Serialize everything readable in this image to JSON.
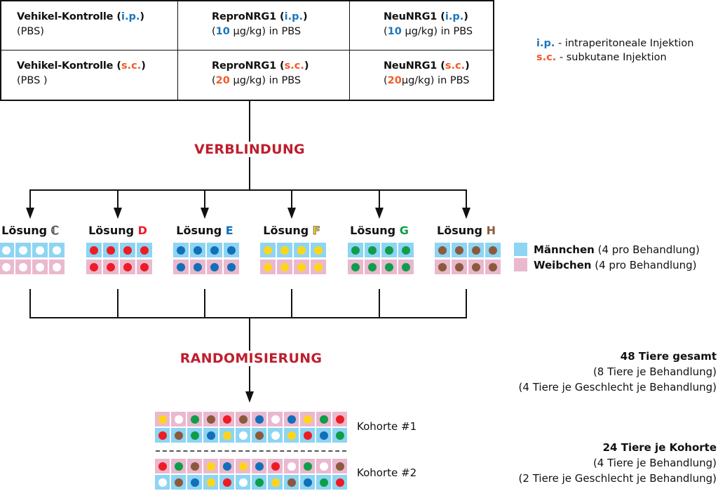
{
  "colors": {
    "ip": "#1b75bc",
    "sc": "#f15a29",
    "heading": "#be1e2d",
    "male": "#8dd5f3",
    "female": "#eab8cf",
    "solution_colors": {
      "C": "#ffffff",
      "D": "#ed1c24",
      "E": "#1270b8",
      "F": "#ffd51a",
      "G": "#0f9d4a",
      "H": "#8b5a3c"
    }
  },
  "table": {
    "rows": [
      [
        {
          "title": "Vehikel-Kontrolle",
          "route": "i.p.",
          "route_type": "ip",
          "dose_prefix": "(PBS)",
          "dose": "",
          "dose_suffix": ""
        },
        {
          "title": "ReproNRG1",
          "route": "i.p.",
          "route_type": "ip",
          "dose_prefix": "(",
          "dose": "10",
          "dose_suffix": " µg/kg) in PBS"
        },
        {
          "title": "NeuNRG1",
          "route": "i.p.",
          "route_type": "ip",
          "dose_prefix": "(",
          "dose": "10",
          "dose_suffix": " µg/kg) in PBS"
        }
      ],
      [
        {
          "title": "Vehikel-Kontrolle",
          "route": "s.c.",
          "route_type": "sc",
          "dose_prefix": "(PBS )",
          "dose": "",
          "dose_suffix": ""
        },
        {
          "title": "ReproNRG1",
          "route": "s.c.",
          "route_type": "sc",
          "dose_prefix": "(",
          "dose": "20",
          "dose_suffix": " µg/kg) in PBS"
        },
        {
          "title": "NeuNRG1",
          "route": "s.c.",
          "route_type": "sc",
          "dose_prefix": "(",
          "dose": "20",
          "dose_suffix": "µg/kg) in PBS"
        }
      ]
    ]
  },
  "route_legend": [
    {
      "abbr": "i.p.",
      "type": "ip",
      "text": " - intraperitoneale Injektion"
    },
    {
      "abbr": "s.c.",
      "type": "sc",
      "text": " - subkutane Injektion"
    }
  ],
  "steps": {
    "blinding": "VERBLINDUNG",
    "randomization": "RANDOMISIERUNG"
  },
  "solutions": [
    {
      "prefix": "Lösung ",
      "letter": "ℂ",
      "key": "C"
    },
    {
      "prefix": "Lösung ",
      "letter": "D",
      "key": "D"
    },
    {
      "prefix": "Lösung ",
      "letter": "E",
      "key": "E"
    },
    {
      "prefix": "Lösung ",
      "letter": "F",
      "key": "F"
    },
    {
      "prefix": "Lösung ",
      "letter": "G",
      "key": "G"
    },
    {
      "prefix": "Lösung ",
      "letter": "H",
      "key": "H"
    }
  ],
  "per_sex_per_solution": 4,
  "sex_legend": [
    {
      "sex": "male",
      "label": "Männchen",
      "note": " (4 pro Behandlung)"
    },
    {
      "sex": "female",
      "label": "Weibchen",
      "note": " (4 pro Behandlung)"
    }
  ],
  "cohorts": [
    {
      "label": "Kohorte #1",
      "rows": [
        {
          "sex": "female",
          "cells": [
            "F",
            "C",
            "G",
            "H",
            "D",
            "H",
            "E",
            "C",
            "E",
            "F",
            "G",
            "D"
          ]
        },
        {
          "sex": "male",
          "cells": [
            "D",
            "H",
            "G",
            "E",
            "F",
            "C",
            "H",
            "C",
            "F",
            "D",
            "E",
            "G"
          ]
        }
      ]
    },
    {
      "label": "Kohorte #2",
      "rows": [
        {
          "sex": "female",
          "cells": [
            "D",
            "G",
            "H",
            "F",
            "E",
            "F",
            "E",
            "D",
            "C",
            "G",
            "C",
            "H"
          ]
        },
        {
          "sex": "male",
          "cells": [
            "C",
            "H",
            "E",
            "F",
            "D",
            "C",
            "G",
            "F",
            "H",
            "E",
            "G",
            "D"
          ]
        }
      ]
    }
  ],
  "summary_total": {
    "headline": "48 Tiere gesamt",
    "lines": [
      "(8 Tiere je Behandlung)",
      "(4 Tiere je Geschlecht je Behandlung)"
    ]
  },
  "summary_cohort": {
    "headline": "24 Tiere je Kohorte",
    "lines": [
      "(4 Tiere je Behandlung)",
      "(2 Tiere je Geschlecht je Behandlung)"
    ]
  }
}
